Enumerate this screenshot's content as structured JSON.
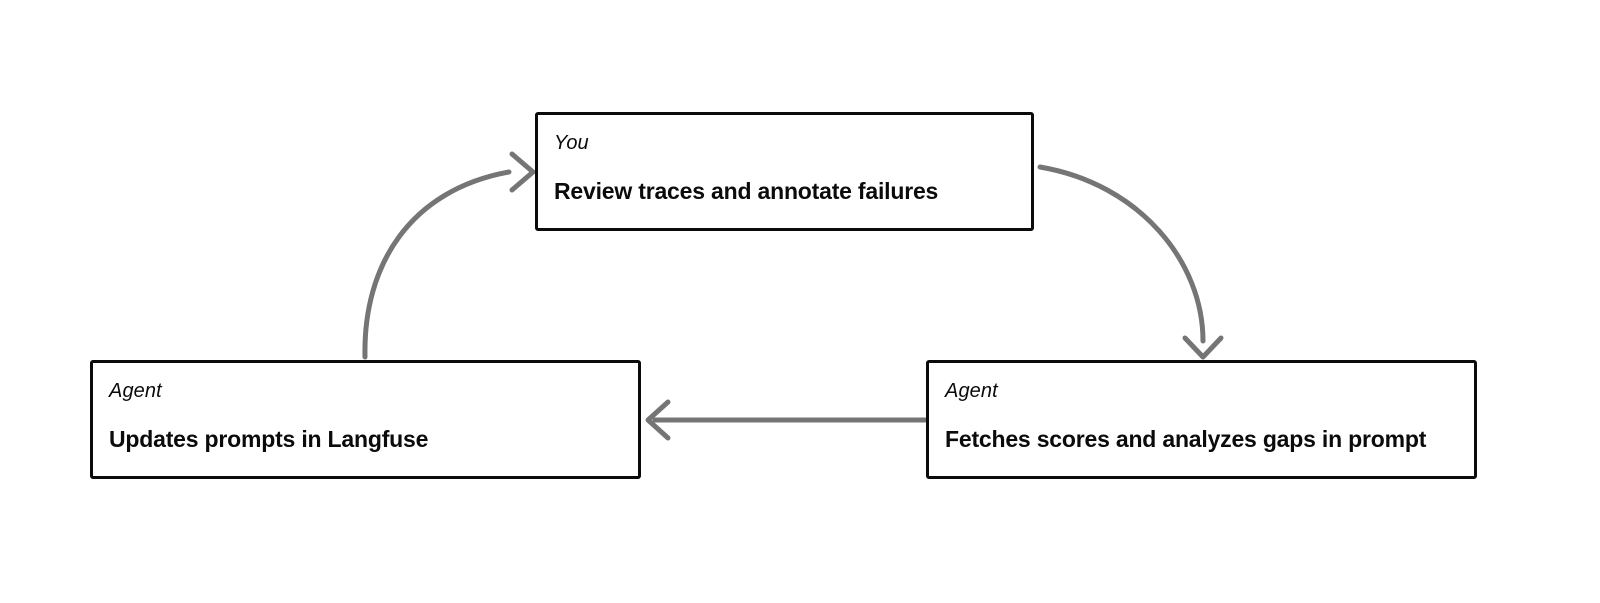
{
  "diagram": {
    "type": "cycle-flow",
    "background": "#ffffff",
    "box_border_color": "#0b0b0b",
    "arrow_color": "#757575",
    "nodes": [
      {
        "id": "you-review",
        "role": "You",
        "title": "Review traces and annotate failures"
      },
      {
        "id": "agent-update",
        "role": "Agent",
        "title": "Updates prompts in Langfuse"
      },
      {
        "id": "agent-fetch",
        "role": "Agent",
        "title": "Fetches scores and analyzes gaps in prompt"
      }
    ],
    "edges": [
      {
        "id": "update-to-you",
        "from": "agent-update",
        "to": "you-review",
        "shape": "curved",
        "direction": "up-right"
      },
      {
        "id": "you-to-fetch",
        "from": "you-review",
        "to": "agent-fetch",
        "shape": "curved",
        "direction": "down-right"
      },
      {
        "id": "fetch-to-update",
        "from": "agent-fetch",
        "to": "agent-update",
        "shape": "straight",
        "direction": "left"
      }
    ]
  }
}
